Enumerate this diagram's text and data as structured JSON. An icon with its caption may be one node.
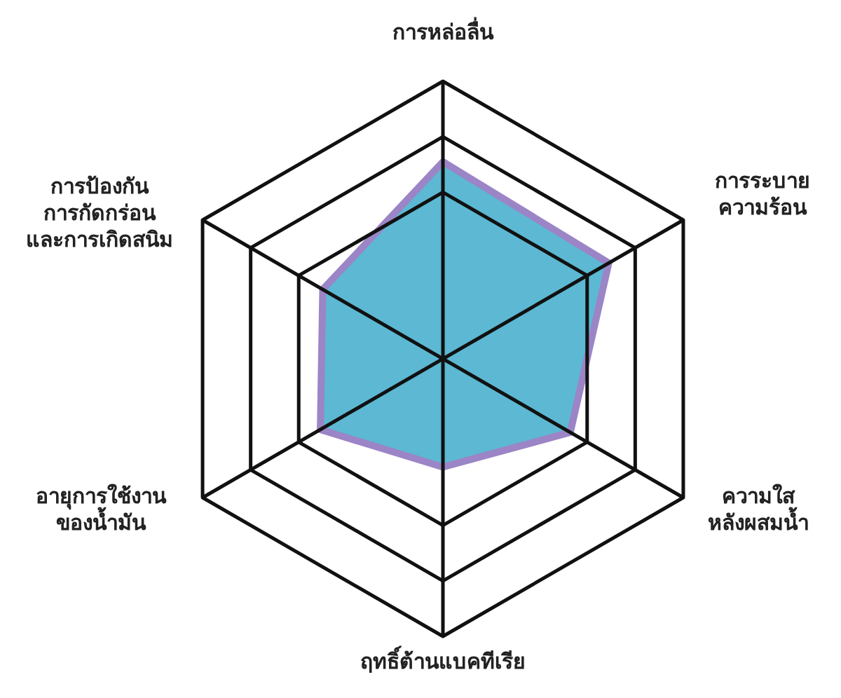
{
  "diagram": {
    "labels": [
      "การหล่อลื่น",
      "การป้องกัน การกัดกร่อน และการเกิดสนิม",
      "การระบาย ความร้อน",
      "อายุการใช้งาน ของน้ำมัน",
      "ความใส หลังผสมน้ำ",
      "ฤทธิ์ต้านแบคทีเรีย"
    ]
  }
}
